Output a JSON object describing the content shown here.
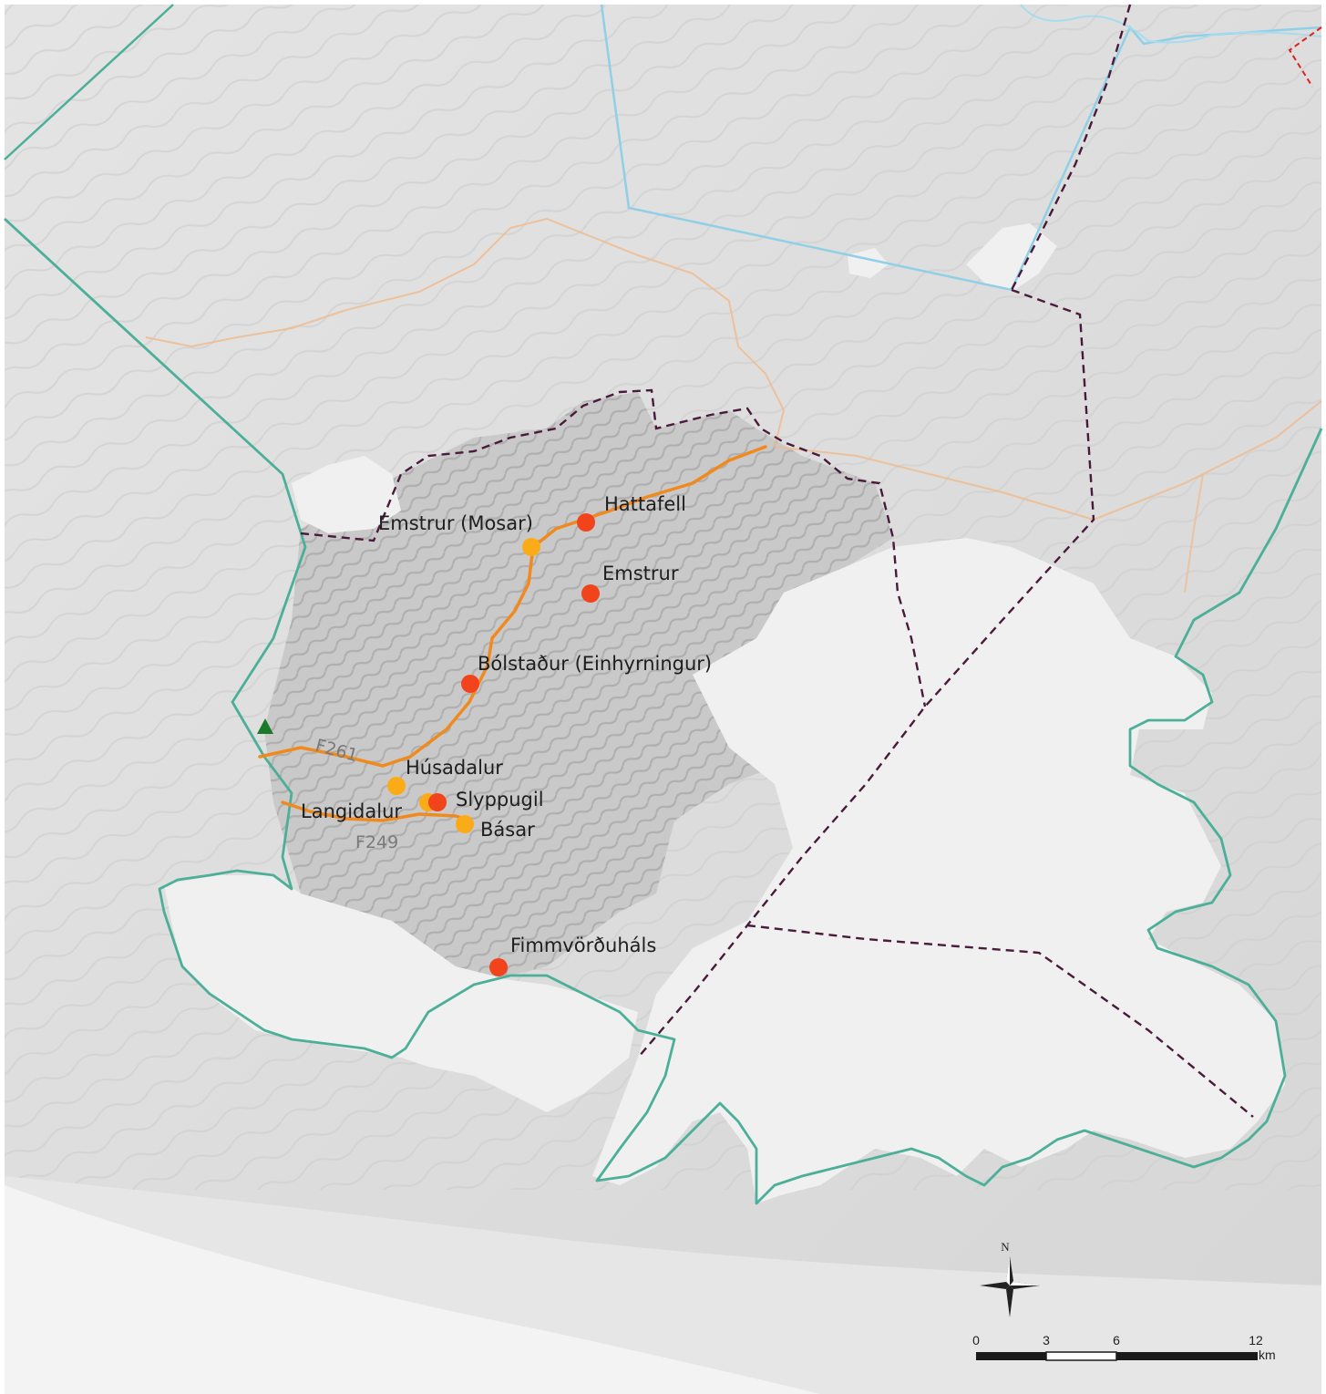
{
  "map": {
    "colors": {
      "terrain": "#d9d9d9",
      "relief_dark": "#b8b8b8",
      "glacier": "#f0f0f0",
      "protected_boundary": "#4caf98",
      "region_boundary": "#8fd0e6",
      "municipal_boundary": "#f0b98a",
      "road": "#f08a1e",
      "park_zone_boundary": "#4a1a3a",
      "hut_major": "#f2441c",
      "hut_minor": "#fbab18",
      "summit": "#1b7a2a"
    },
    "huts": [
      {
        "name": "Hattafell",
        "kind": "major"
      },
      {
        "name": "Emstrur (Mosar)",
        "kind": "minor"
      },
      {
        "name": "Emstrur",
        "kind": "major"
      },
      {
        "name": "Bólstaður (Einhyrningur)",
        "kind": "major"
      },
      {
        "name": "Húsadalur",
        "kind": "minor"
      },
      {
        "name": "Langidalur",
        "kind": "minor"
      },
      {
        "name": "Slyppugil",
        "kind": "major"
      },
      {
        "name": "Básar",
        "kind": "minor"
      },
      {
        "name": "Fimmvörðuháls",
        "kind": "major"
      }
    ],
    "roads": [
      "F261",
      "F249"
    ],
    "summit_icon": "triangle-summit-icon",
    "north_arrow": {
      "label": "N",
      "icon": "compass-rose-icon"
    },
    "scale_bar": {
      "ticks": [
        "0",
        "3",
        "6",
        "12"
      ],
      "unit": "km"
    }
  }
}
